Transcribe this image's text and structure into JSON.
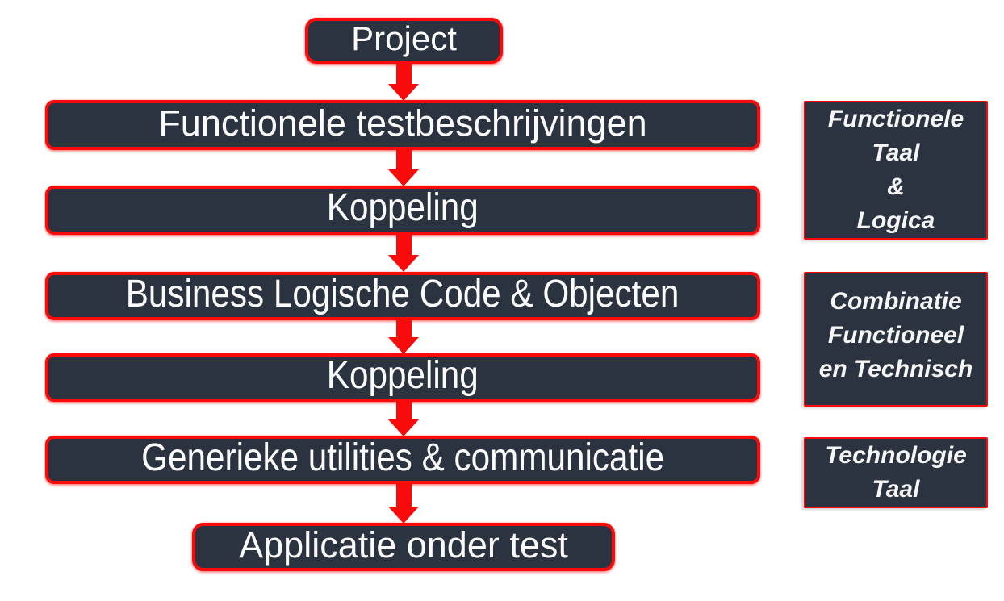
{
  "diagram": {
    "flow_boxes": [
      {
        "label": "Project"
      },
      {
        "label": "Functionele testbeschrijvingen"
      },
      {
        "label": "Koppeling"
      },
      {
        "label": "Business Logische Code & Objecten"
      },
      {
        "label": "Koppeling"
      },
      {
        "label": "Generieke utilities & communicatie"
      },
      {
        "label": "Applicatie onder test"
      }
    ],
    "side_labels": [
      {
        "lines": [
          "Functionele",
          "Taal",
          "&",
          "Logica"
        ]
      },
      {
        "lines": [
          "Combinatie",
          "Functioneel",
          "en Technisch"
        ]
      },
      {
        "lines": [
          "Technologie",
          "Taal"
        ]
      }
    ],
    "colors": {
      "box_fill": "#2b3340",
      "accent_red": "#fa0b0b",
      "text": "#fbfbfb",
      "background": "#ffffff"
    }
  }
}
